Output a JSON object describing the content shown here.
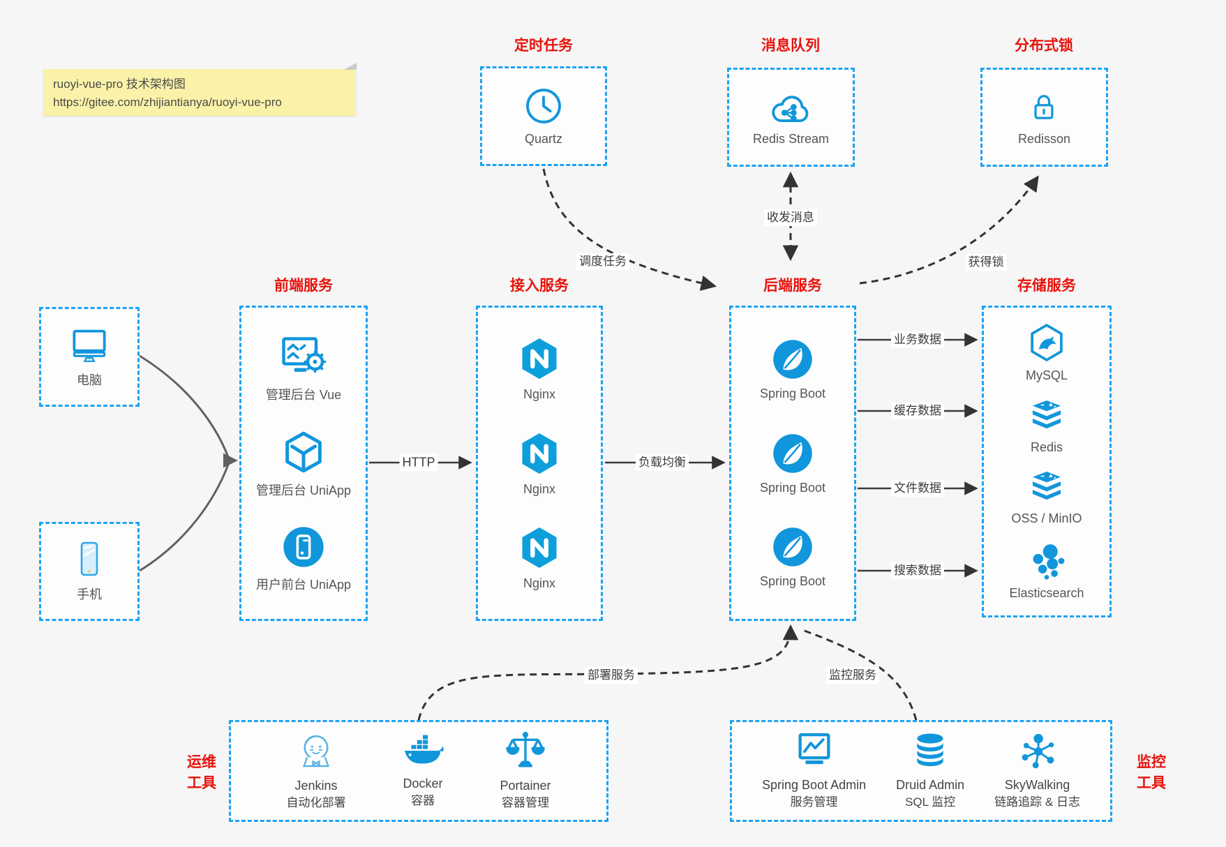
{
  "note": {
    "line1": "ruoyi-vue-pro 技术架构图",
    "line2": "https://gitee.com/zhijiantianya/ruoyi-vue-pro"
  },
  "colors": {
    "accent_blue": "#1296db",
    "border_blue": "#1da2f3",
    "title_red": "#e8120c",
    "note_yellow": "#faf2a8"
  },
  "groups": {
    "scheduler": {
      "title": "定时任务",
      "item": "Quartz"
    },
    "mq": {
      "title": "消息队列",
      "item": "Redis Stream"
    },
    "lock": {
      "title": "分布式锁",
      "item": "Redisson"
    },
    "clients": {
      "computer": "电脑",
      "phone": "手机"
    },
    "frontend": {
      "title": "前端服务",
      "items": [
        {
          "label": "管理后台 Vue"
        },
        {
          "label": "管理后台 UniApp"
        },
        {
          "label": "用户前台 UniApp"
        }
      ]
    },
    "gateway": {
      "title": "接入服务",
      "items": [
        {
          "label": "Nginx"
        },
        {
          "label": "Nginx"
        },
        {
          "label": "Nginx"
        }
      ]
    },
    "backend": {
      "title": "后端服务",
      "items": [
        {
          "label": "Spring Boot"
        },
        {
          "label": "Spring Boot"
        },
        {
          "label": "Spring Boot"
        }
      ]
    },
    "storage": {
      "title": "存储服务",
      "items": [
        {
          "label": "MySQL"
        },
        {
          "label": "Redis"
        },
        {
          "label": "OSS / MinIO"
        },
        {
          "label": "Elasticsearch"
        }
      ]
    },
    "devops": {
      "title_line1": "运维",
      "title_line2": "工具",
      "items": [
        {
          "name": "Jenkins",
          "desc": "自动化部署"
        },
        {
          "name": "Docker",
          "desc": "容器"
        },
        {
          "name": "Portainer",
          "desc": "容器管理"
        }
      ]
    },
    "monitoring": {
      "title_line1": "监控",
      "title_line2": "工具",
      "items": [
        {
          "name": "Spring Boot Admin",
          "desc": "服务管理"
        },
        {
          "name": "Druid Admin",
          "desc": "SQL 监控"
        },
        {
          "name": "SkyWalking",
          "desc": "链路追踪 & 日志"
        }
      ]
    }
  },
  "edges": {
    "http": "HTTP",
    "lb": "负载均衡",
    "biz": "业务数据",
    "cache": "缓存数据",
    "file": "文件数据",
    "search": "搜索数据",
    "schedule": "调度任务",
    "message": "收发消息",
    "acquire_lock": "获得锁",
    "deploy": "部署服务",
    "monitor": "监控服务"
  }
}
